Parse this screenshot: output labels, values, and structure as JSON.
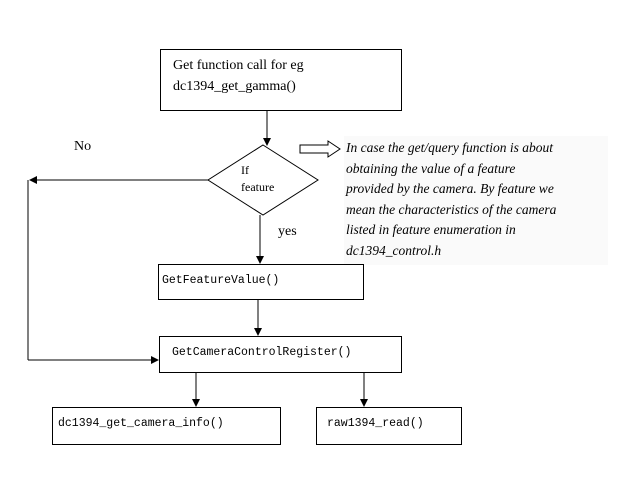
{
  "start": {
    "line1": "Get function call for eg",
    "line2": "dc1394_get_gamma()"
  },
  "decision": {
    "line1": "If",
    "line2": "feature",
    "no_label": "No",
    "yes_label": "yes"
  },
  "note": {
    "lines": [
      "In case the get/query function is about",
      "obtaining the value of a feature",
      "provided by the camera. By feature we",
      "mean the characteristics of the camera",
      "listed in feature enumeration in",
      "dc1394_control.h"
    ]
  },
  "steps": {
    "get_feature_value": "GetFeatureValue()",
    "get_camera_control_register": "GetCameraControlRegister()",
    "get_camera_info": "dc1394_get_camera_info()",
    "raw_read": "raw1394_read()"
  },
  "colors": {
    "line": "#000000",
    "background": "#ffffff",
    "note_background": "#fafafa"
  }
}
